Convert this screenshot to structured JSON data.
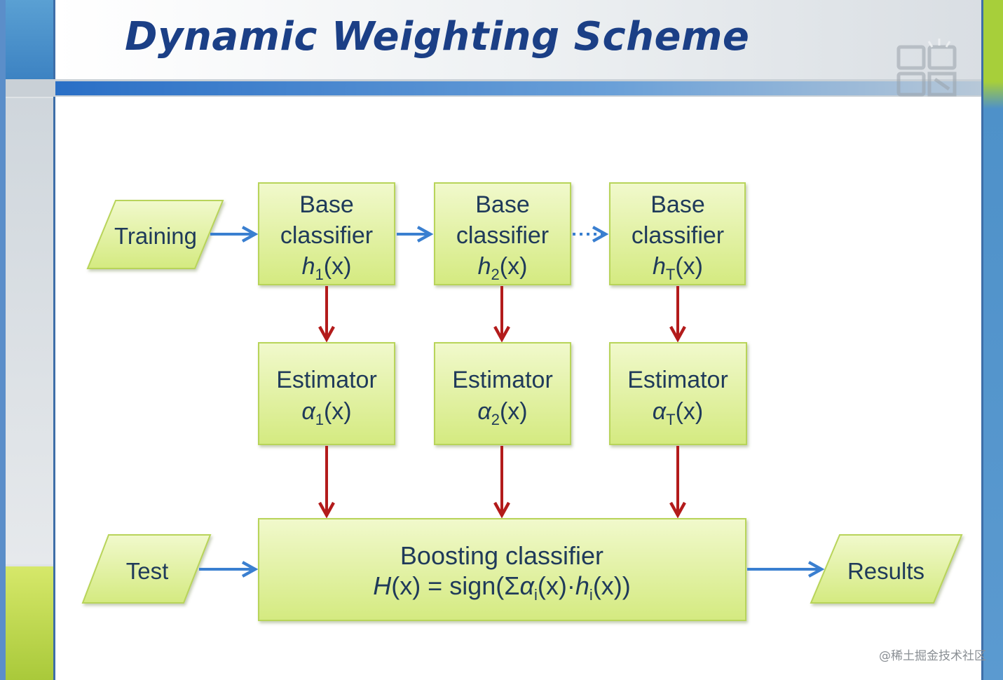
{
  "slide": {
    "title": "Dynamic Weighting Scheme",
    "watermark": "@稀土掘金技术社区"
  },
  "diagram": {
    "inputs": {
      "training": "Training",
      "test": "Test",
      "results": "Results"
    },
    "base_classifiers": [
      {
        "line1": "Base",
        "line2": "classifier",
        "func": "h",
        "sub": "1",
        "arg": "(x)"
      },
      {
        "line1": "Base",
        "line2": "classifier",
        "func": "h",
        "sub": "2",
        "arg": "(x)"
      },
      {
        "line1": "Base",
        "line2": "classifier",
        "func": "h",
        "sub": "T",
        "arg": "(x)"
      }
    ],
    "estimators": [
      {
        "label": "Estimator",
        "func": "α",
        "sub": "1",
        "arg": "(x)"
      },
      {
        "label": "Estimator",
        "func": "α",
        "sub": "2",
        "arg": "(x)"
      },
      {
        "label": "Estimator",
        "func": "α",
        "sub": "T",
        "arg": "(x)"
      }
    ],
    "boosting": {
      "title": "Boosting classifier",
      "f_H": "H",
      "f_eq": "(x) = sign(Σ",
      "f_alpha": "α",
      "f_i1": "i",
      "f_mid": "(x)·",
      "f_h": "h",
      "f_i2": "i",
      "f_end": "(x))"
    },
    "colors": {
      "box_fill_top": "#eef7c2",
      "box_fill_bottom": "#d6ec86",
      "box_stroke": "#b8d45a",
      "arrow_blue": "#3a7fd0",
      "arrow_red": "#b31b1b",
      "text": "#1f3a5a"
    }
  }
}
